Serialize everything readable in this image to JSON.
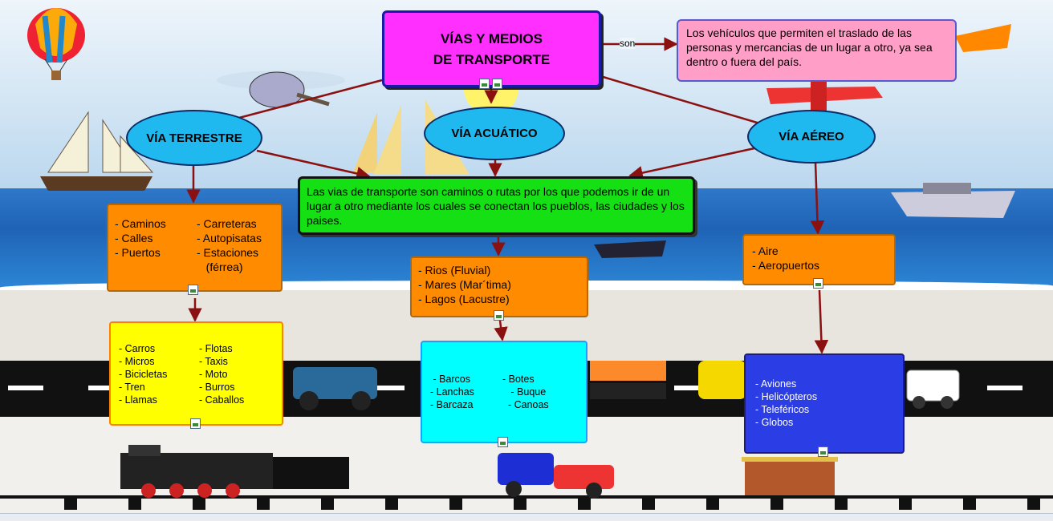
{
  "title": "VÍAS Y MEDIOS DE TRANSPORTE",
  "title_lines": [
    "VÍAS Y MEDIOS",
    "DE TRANSPORTE"
  ],
  "connector_label": "son",
  "definition": "Los  vehículos que permiten el traslado de las personas y mercancias de un lugar a otro, ya sea dentro o fuera del país.",
  "vias": {
    "terrestre": "VÍA TERRESTRE",
    "acuatico": "VÍA ACUÁTICO",
    "aereo": "VÍA AÉREO"
  },
  "vias_description": "Las vias de transporte son caminos o rutas por los que podemos ir de un lugar a otro mediante los cuales se conectan los pueblos, las ciudades y los paises.",
  "terrestre_vias": {
    "col1": "- Caminos\n- Calles\n- Puertos",
    "col2": "- Carreteras\n- Autopisatas\n- Estaciones\n   (férrea)"
  },
  "acuatico_vias": "- Rios (Fluvial)\n- Mares (Mar´tima)\n- Lagos (Lacustre)",
  "aereo_vias": "- Aire\n- Aeropuertos",
  "terrestre_medios": {
    "col1": "- Carros\n- Micros\n- Bicicletas\n- Tren\n- Llamas",
    "col2": "- Flotas\n- Taxis\n- Moto\n- Burros\n- Caballos"
  },
  "acuatico_medios": {
    "col1": " - Barcos\n- Lanchas\n- Barcaza",
    "col2": "- Botes\n   - Buque\n  - Canoas"
  },
  "aereo_medios": "- Aviones\n- Helicópteros\n- Teleféricos\n- Globos",
  "colors": {
    "title_bg": "#ff2fff",
    "ellipse_bg": "#1fb8ef",
    "definition_bg": "#ff9fc7",
    "description_bg": "#14e014",
    "vias_bg": "#ff8c00",
    "terrestre_medios_bg": "#ffff00",
    "acuatico_medios_bg": "#00ffff",
    "aereo_medios_bg": "#2b3ee6",
    "arrow": "#8b1010"
  }
}
